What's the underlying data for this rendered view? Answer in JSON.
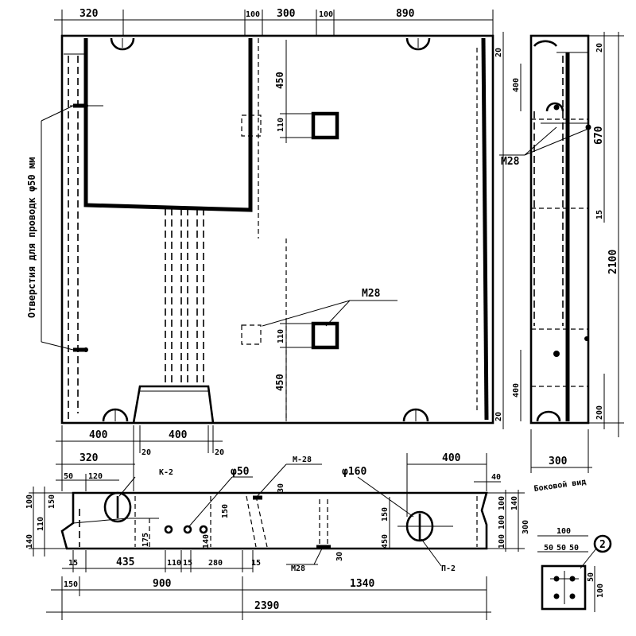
{
  "top_dims": {
    "d320": "320",
    "d100a": "100",
    "d300": "300",
    "d100b": "100",
    "d890": "890"
  },
  "front_dims": {
    "d450_top": "450",
    "d110_top": "110",
    "d110_bot": "110",
    "d450_bot": "450",
    "d400_left": "400",
    "d400_mid": "400",
    "d20_left": "20",
    "d20_right": "20"
  },
  "side_labels": {
    "leader_note": "Отверстия для проводк φ50 мм",
    "m28_front": "M28",
    "m28_side": "M28"
  },
  "side_dims": {
    "d20_top": "20",
    "d400_top": "400",
    "d670": "670",
    "d15": "15",
    "d2100": "2100",
    "d400_bot": "400",
    "d200_bot": "200",
    "d20_bot": "20",
    "d300": "300",
    "side_view_label": "Боковой вид"
  },
  "plan_dims": {
    "d320": "320",
    "d50": "50",
    "d120": "120",
    "d40_right": "40",
    "d400_right": "400",
    "k2": "K-2",
    "phi50": "φ50",
    "m28_top": "M-28",
    "phi160": "φ160",
    "p2": "П-2",
    "m28_bot": "M28",
    "d30_a": "30",
    "d30_b": "30",
    "d100_l": "100",
    "d150_l": "150",
    "d140_l": "140",
    "d110_l": "110",
    "d175": "175",
    "d140_m": "140",
    "d150_m": "150",
    "d450_m": "450",
    "d150_m2": "150",
    "d100_r1": "100",
    "d100_r2": "100",
    "d100_r3": "100",
    "d140_r": "140",
    "d300_r": "300",
    "d15_a": "15",
    "d435": "435",
    "d110": "110",
    "d15_b": "15",
    "d280": "280",
    "d15_c": "15",
    "d150": "150",
    "d900": "900",
    "d1340": "1340",
    "d2390": "2390"
  },
  "detail": {
    "d100_top": "100",
    "d50_a": "50",
    "d50_b": "50",
    "d50_c": "50",
    "d100_side": "100",
    "d50_side": "50",
    "callout": "2"
  }
}
